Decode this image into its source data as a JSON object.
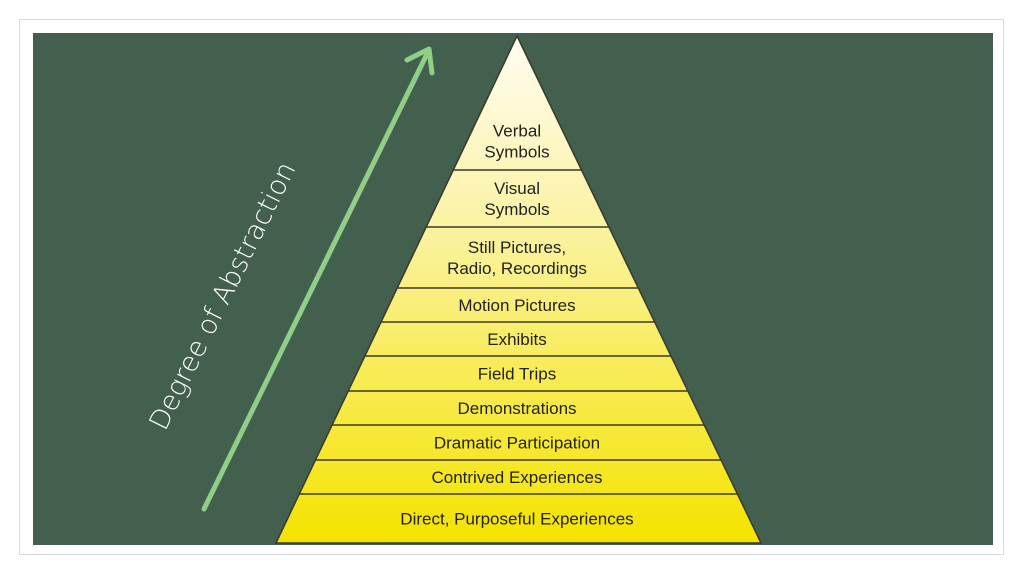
{
  "axis_label": "Degree of Abstraction",
  "levels": [
    {
      "lines": [
        "Verbal",
        "Symbols"
      ]
    },
    {
      "lines": [
        "Visual",
        "Symbols"
      ]
    },
    {
      "lines": [
        "Still Pictures,",
        "Radio, Recordings"
      ]
    },
    {
      "lines": [
        "Motion Pictures"
      ]
    },
    {
      "lines": [
        "Exhibits"
      ]
    },
    {
      "lines": [
        "Field Trips"
      ]
    },
    {
      "lines": [
        "Demonstrations"
      ]
    },
    {
      "lines": [
        "Dramatic Participation"
      ]
    },
    {
      "lines": [
        "Contrived Experiences"
      ]
    },
    {
      "lines": [
        "Direct, Purposeful Experiences"
      ]
    }
  ],
  "colors": {
    "background": "#435f4e",
    "arrow": "#8fcf86",
    "pyramid_top": "#fffdf2",
    "pyramid_bottom": "#f4e300",
    "outline": "#3a3a2a"
  }
}
